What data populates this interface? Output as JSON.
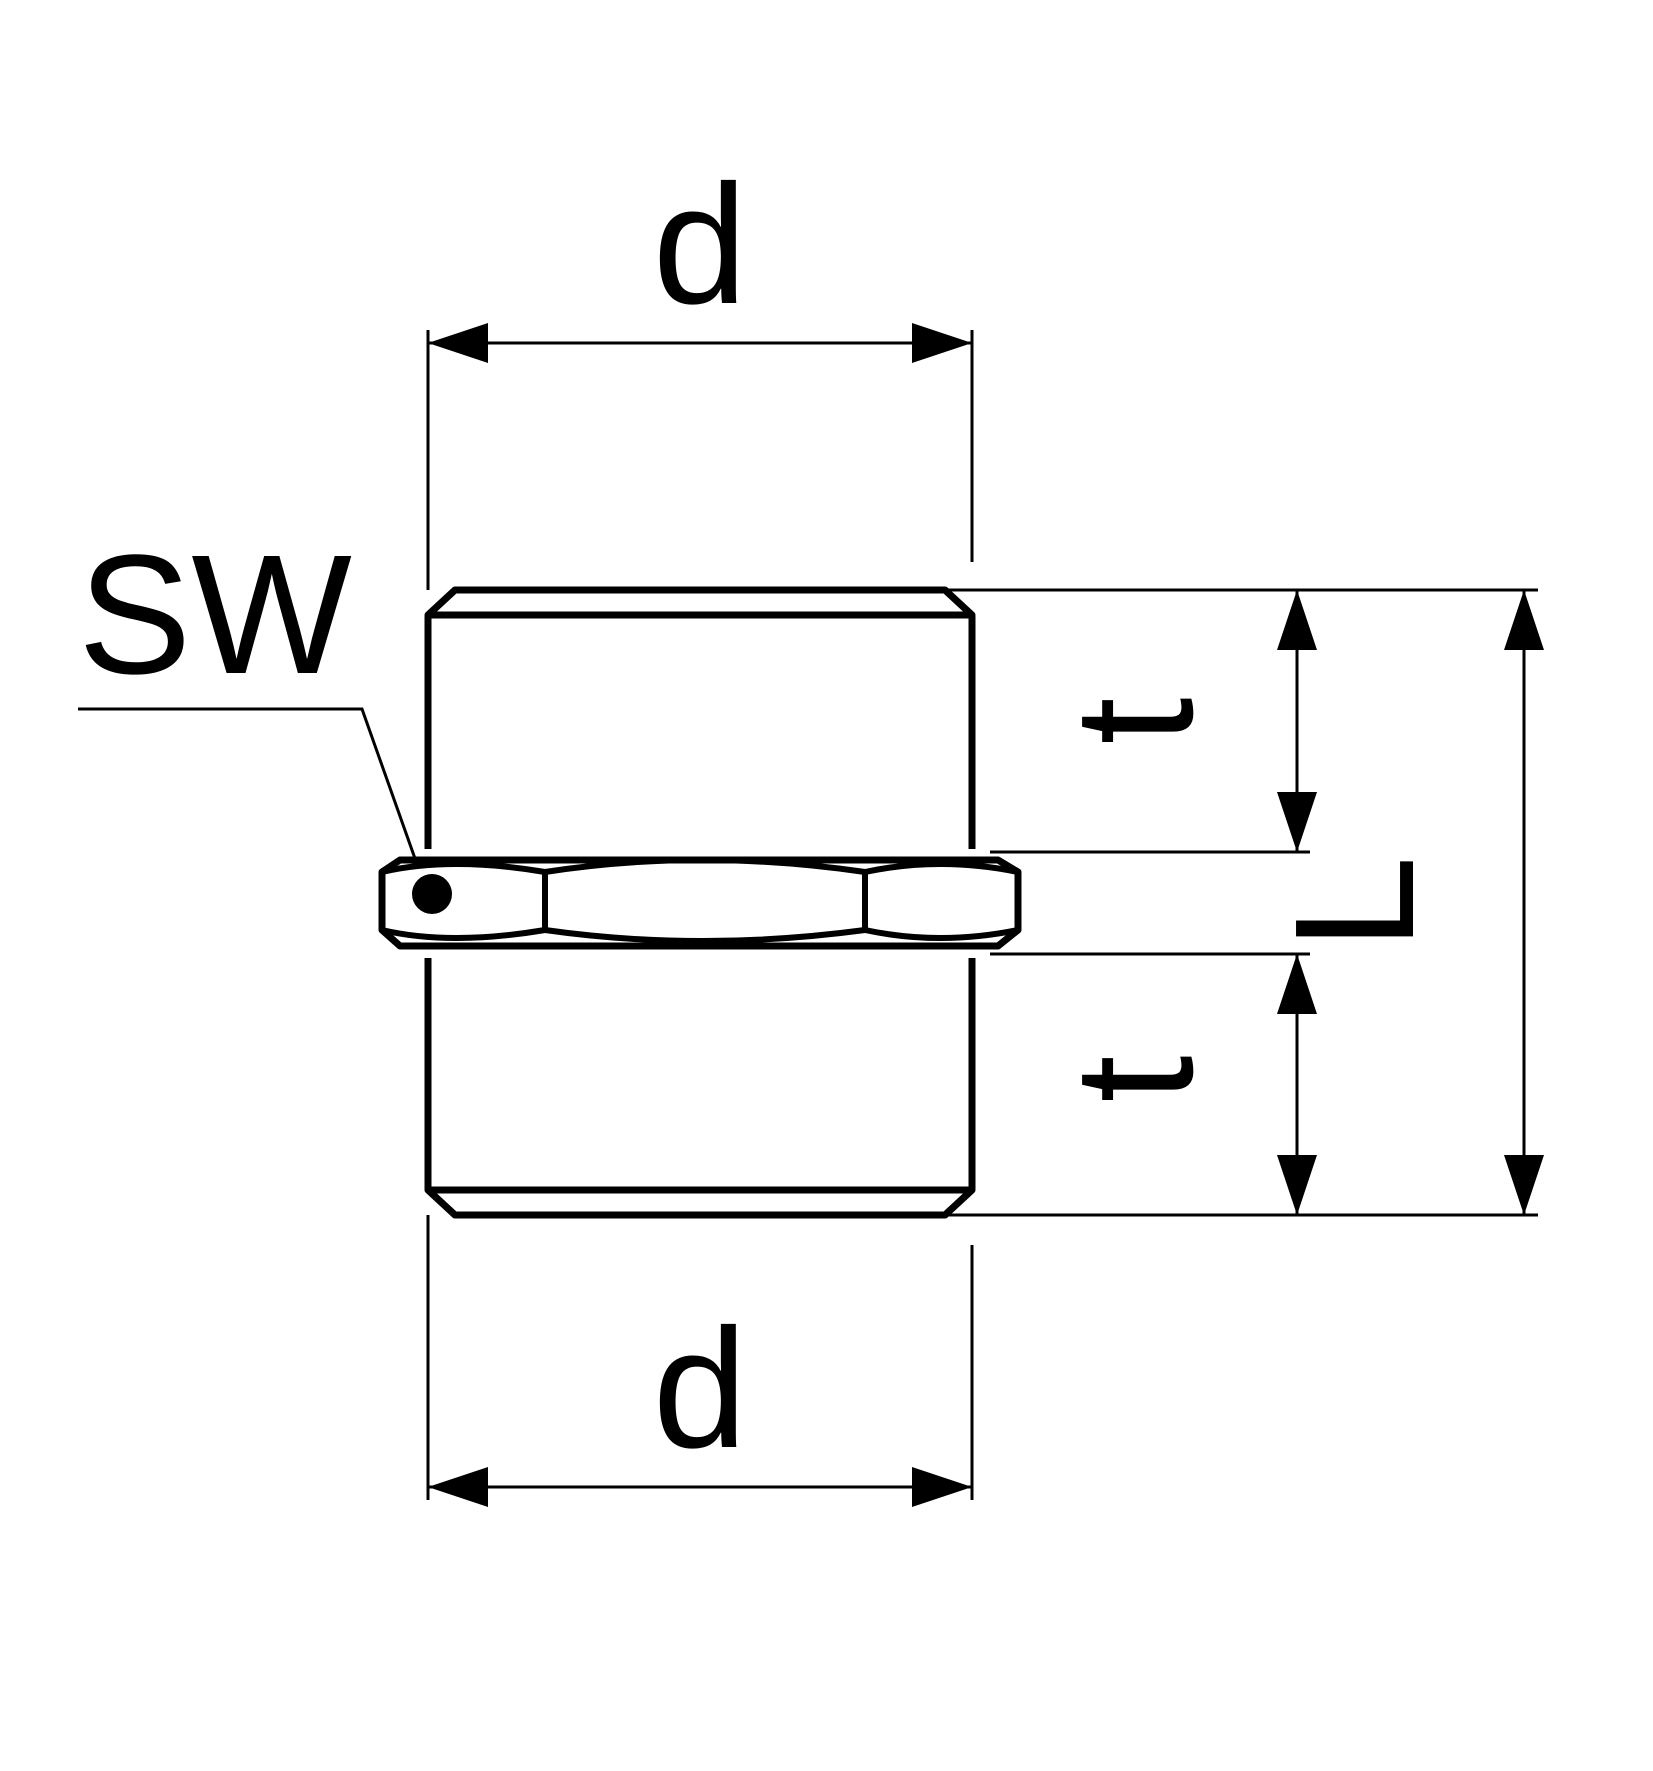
{
  "labels": {
    "d_top": "d",
    "d_bottom": "d",
    "sw": "SW",
    "t_upper": "t",
    "t_lower": "t",
    "L": "L"
  },
  "colors": {
    "stroke": "#000000",
    "background": "#ffffff"
  }
}
